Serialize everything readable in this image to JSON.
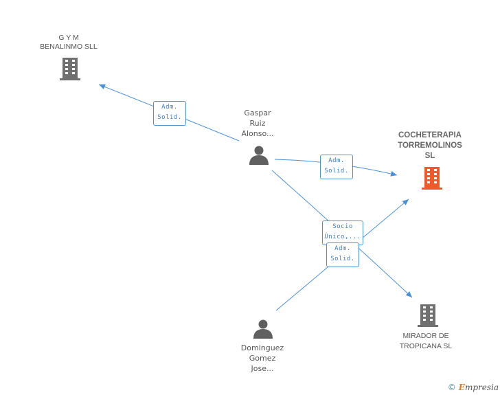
{
  "colors": {
    "edge": "#4a90d9",
    "building_default": "#707070",
    "building_main": "#f05a2a",
    "person": "#606060"
  },
  "nodes": {
    "gym": {
      "lines": [
        "G Y M",
        "BENALINMO SLL"
      ]
    },
    "gaspar": {
      "lines": [
        "Gaspar",
        "Ruiz",
        "Alonso..."
      ]
    },
    "cocheterapia": {
      "lines": [
        "COCHETERAPIA",
        "TORREMOLINOS",
        "SL"
      ]
    },
    "mirador": {
      "lines": [
        "MIRADOR DE",
        "TROPICANA SL"
      ]
    },
    "dominguez": {
      "lines": [
        "Dominguez",
        "Gomez",
        "Jose..."
      ]
    }
  },
  "edge_labels": {
    "gaspar_gym": [
      "Adm.",
      "Solid."
    ],
    "gaspar_cocheterapia": [
      "Adm.",
      "Solid."
    ],
    "gaspar_mirador": [
      "Socio",
      "Único,..."
    ],
    "dominguez_cocheterapia": [
      "Adm.",
      "Solid."
    ]
  },
  "footer": {
    "copyright": "©",
    "brand_initial": "E",
    "brand_rest": "mpresia"
  }
}
